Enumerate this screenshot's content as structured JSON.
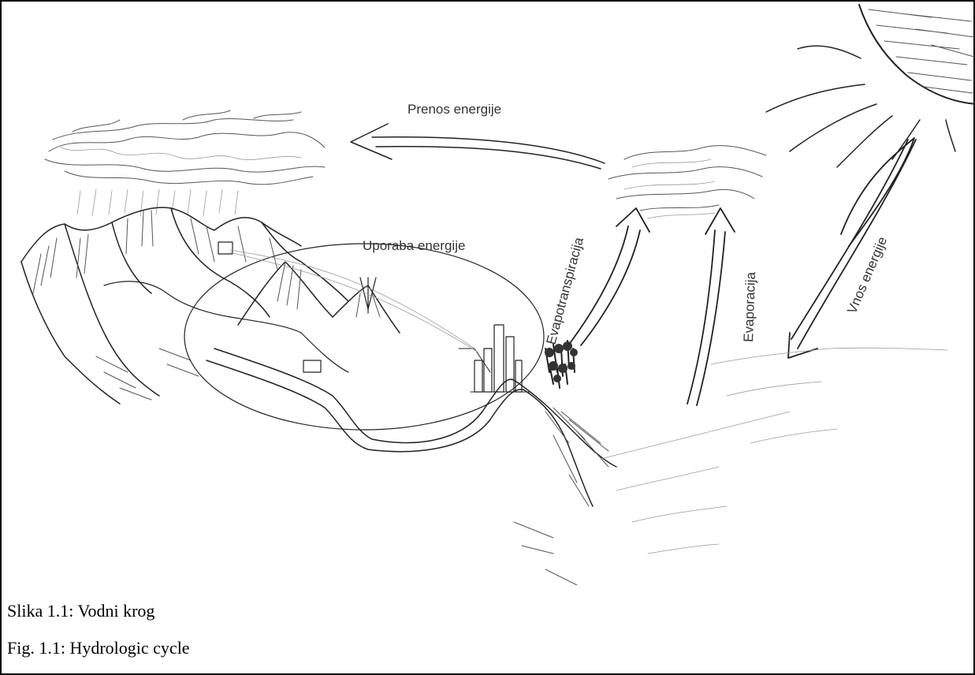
{
  "figure": {
    "labels": {
      "energy_transfer": "Prenos energije",
      "energy_use": "Uporaba energije",
      "evapotranspiration": "Evapotranspiracija",
      "evaporation": "Evaporacija",
      "energy_input": "Vnos energije"
    },
    "captions": {
      "slovenian": "Slika 1.1: Vodni krog",
      "english": "Fig. 1.1: Hydrologic cycle"
    }
  }
}
